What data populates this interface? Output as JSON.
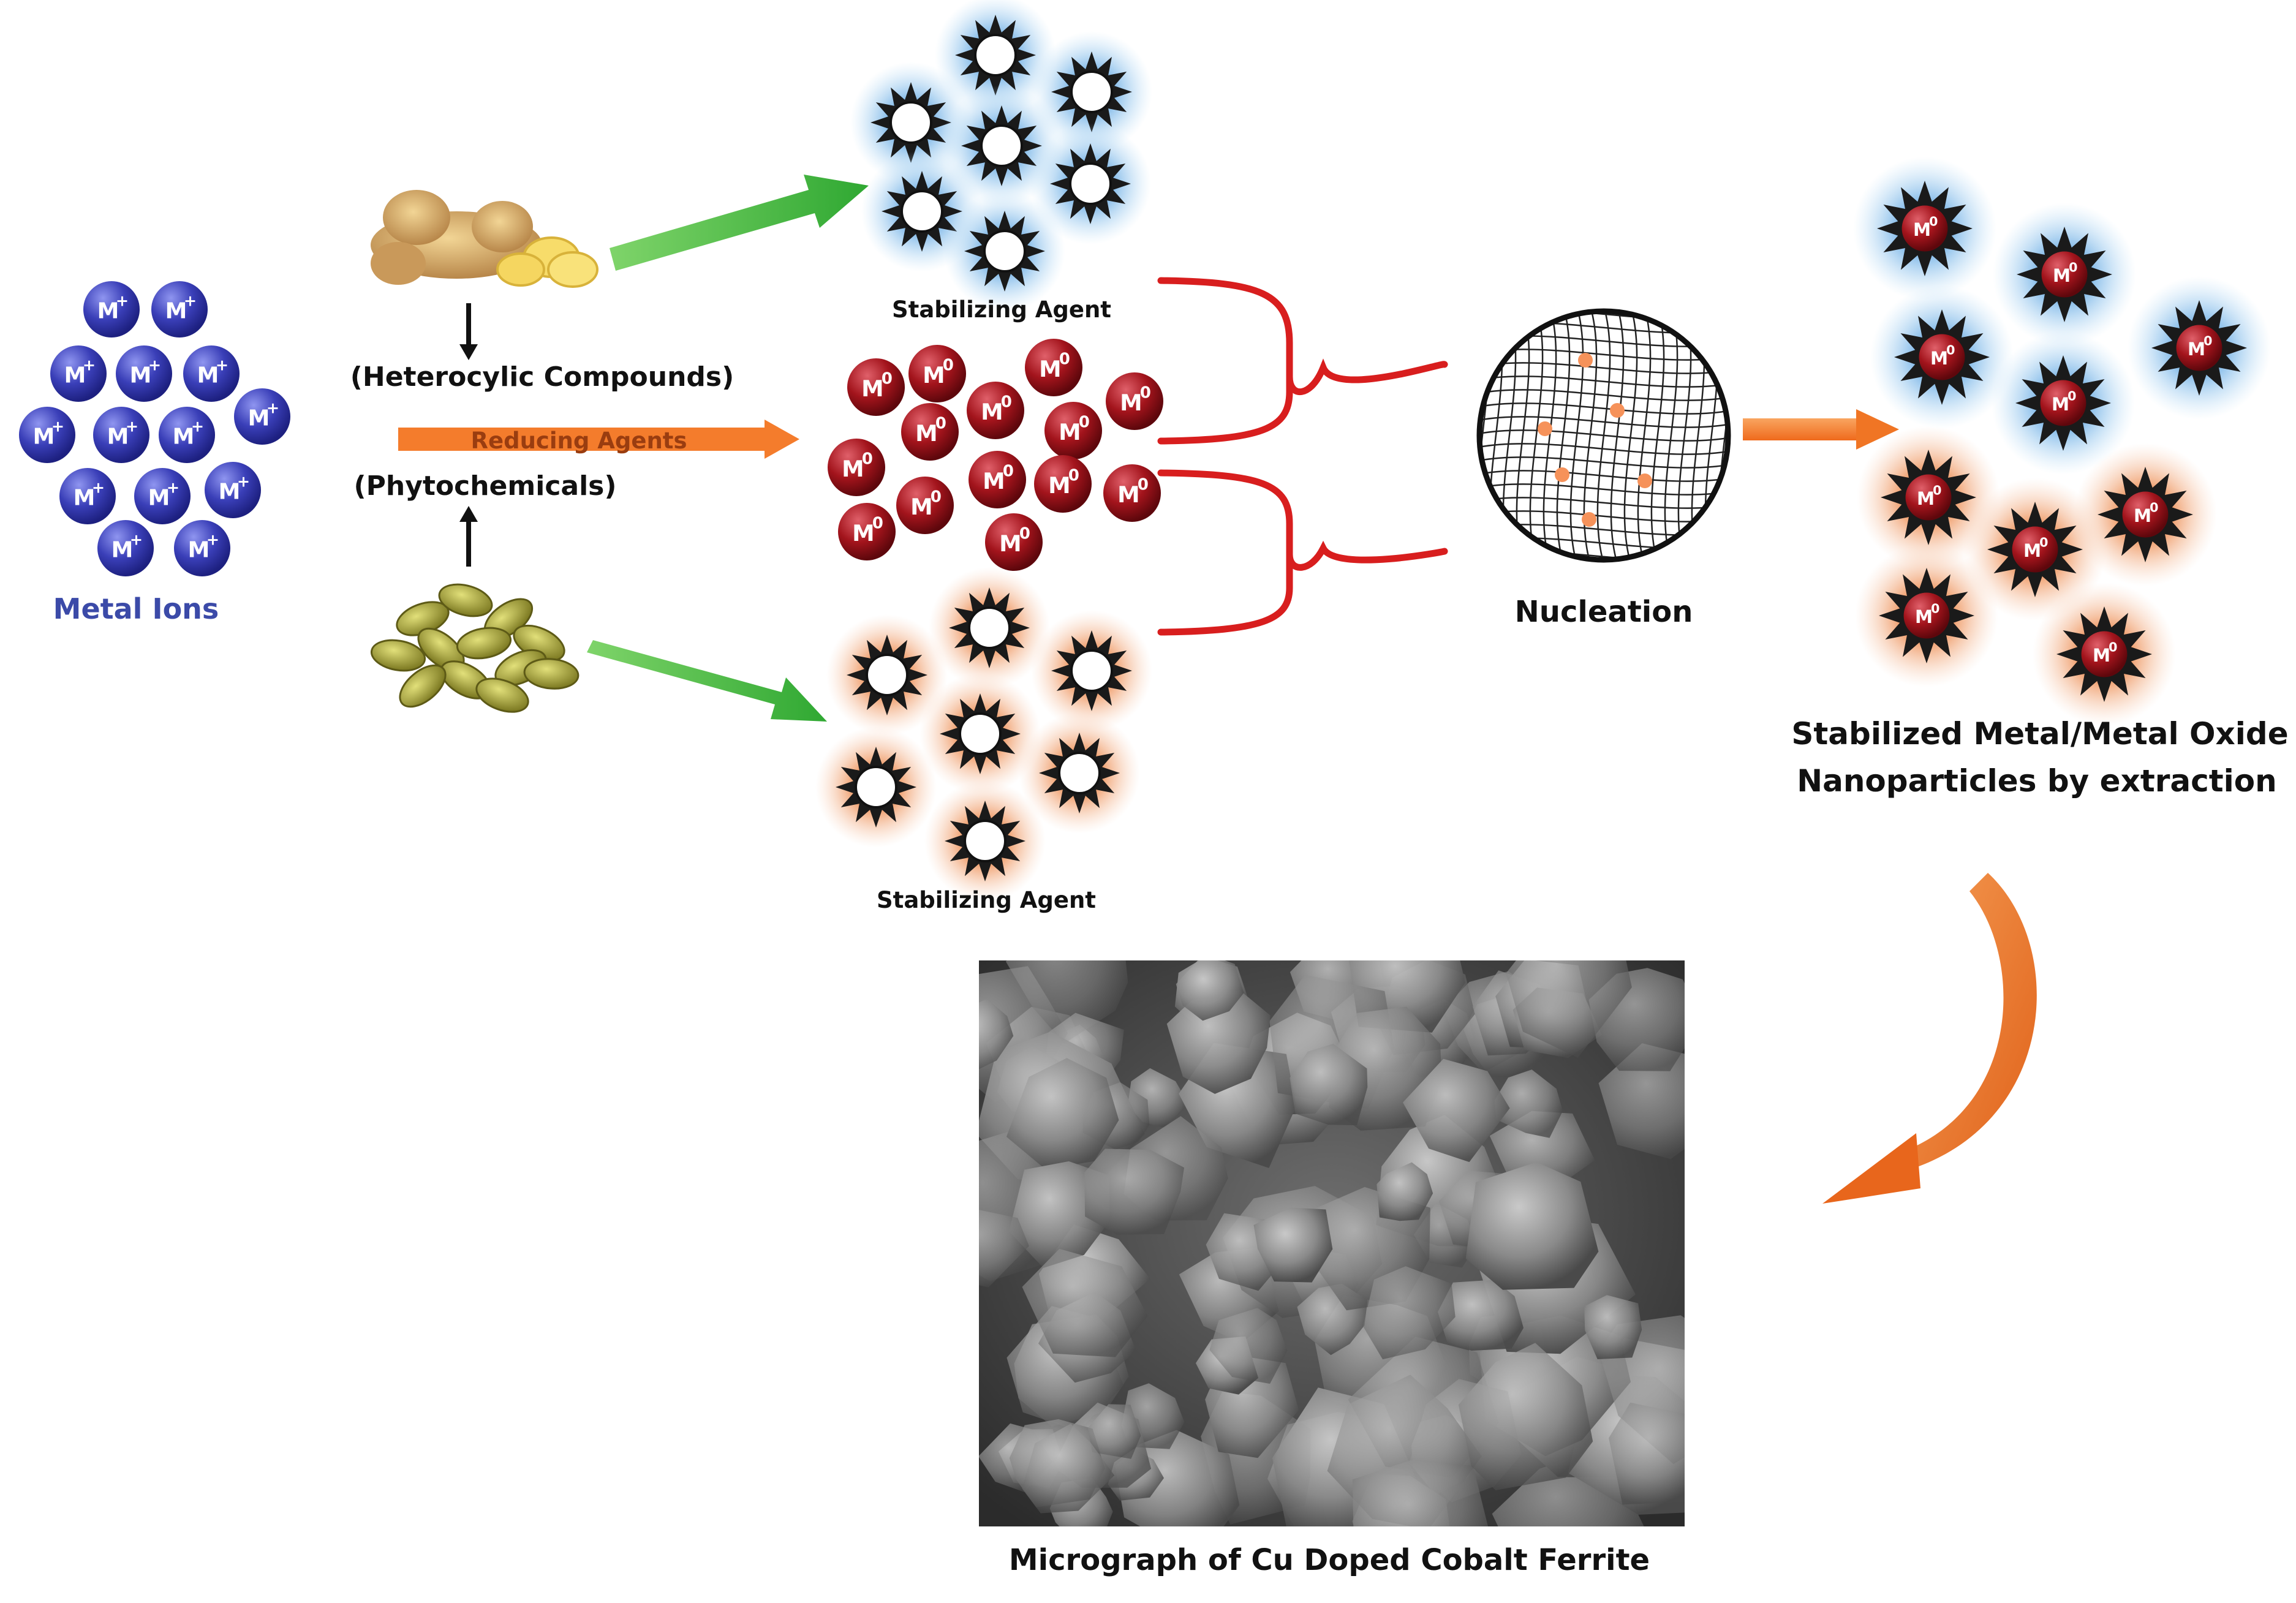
{
  "labels": {
    "metal_ions": "Metal Ions",
    "heterocyclic": "(Heterocylic Compounds)",
    "reducing_agents": "Reducing Agents",
    "phytochemicals": "(Phytochemicals)",
    "stabilizing_agent_top": "Stabilizing Agent",
    "stabilizing_agent_bottom": "Stabilizing Agent",
    "nucleation": "Nucleation",
    "stabilized_line1": "Stabilized Metal/Metal Oxide",
    "stabilized_line2": "Nanoparticles by extraction",
    "micrograph_caption": "Micrograph of Cu Doped Cobalt Ferrite"
  },
  "particle_text": {
    "metal_ion": "M",
    "metal_ion_sup": "+",
    "metal_atom": "M",
    "metal_atom_sup": "0"
  },
  "icons": [
    "ginger-root-icon",
    "cardamom-pods-icon",
    "micrograph-image"
  ],
  "colors": {
    "metal_ion_blue": "#3a3fb8",
    "metal_atom_red": "#a3141c",
    "stabilizer_blue_glow": "#8fc4ea",
    "stabilizer_orange_glow": "#f0a373",
    "green_arrow": "#3cb43c",
    "orange_arrow": "#f47c2c",
    "red_bracket": "#d81e1e",
    "label_blue": "#3b4aa8"
  }
}
